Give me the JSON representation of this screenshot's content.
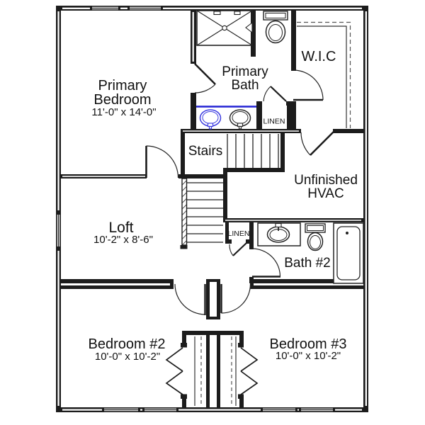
{
  "plan": {
    "type": "floor-plan",
    "floor": "second",
    "colors": {
      "wall": "#1c1c1c",
      "counter_accent": "#2222d4",
      "sink_accent": "#3d3de0",
      "line": "#222222",
      "background": "#ffffff"
    },
    "rooms": {
      "primary_bedroom": {
        "name_line1": "Primary",
        "name_line2": "Bedroom",
        "dims": "11'-0\" x 14'-0\""
      },
      "primary_bath": {
        "name_line1": "Primary",
        "name_line2": "Bath"
      },
      "wic": {
        "name": "W.I.C"
      },
      "stairs": {
        "name": "Stairs"
      },
      "hvac": {
        "name_line1": "Unfinished",
        "name_line2": "HVAC"
      },
      "loft": {
        "name": "Loft",
        "dims": "10'-2\" x 8'-6\""
      },
      "bath2": {
        "name": "Bath #2"
      },
      "bedroom2": {
        "name": "Bedroom #2",
        "dims": "10'-0\" x 10'-2\""
      },
      "bedroom3": {
        "name": "Bedroom #3",
        "dims": "10'-0\" x 10'-2\""
      },
      "linen1": {
        "name": "LINEN"
      },
      "linen2": {
        "name": "LINEN"
      }
    },
    "fixtures": [
      "shower",
      "toilet",
      "double-sink-vanity",
      "linen-closet",
      "linen-closet",
      "sink-vanity",
      "toilet",
      "bathtub",
      "bifold-closet",
      "bifold-closet",
      "stairs",
      "railing"
    ],
    "window_count": 7
  }
}
